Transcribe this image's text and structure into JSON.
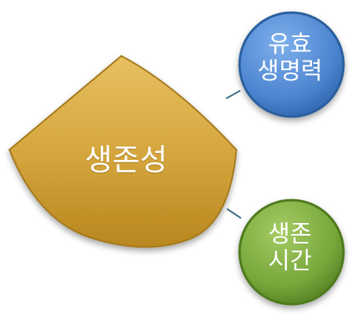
{
  "nodes": {
    "main": {
      "label": "생존성"
    },
    "blue": {
      "label": "유효\n생명력"
    },
    "green": {
      "label": "생존\n시간"
    }
  },
  "colors": {
    "main_fill": "#D4A73E",
    "main_edge": "#A57A1C",
    "blue_fill": "#4F86D0",
    "blue_edge": "#2B5E9E",
    "green_fill": "#78A63A",
    "green_edge": "#4E7A1E",
    "connector": "#3E6E86"
  }
}
